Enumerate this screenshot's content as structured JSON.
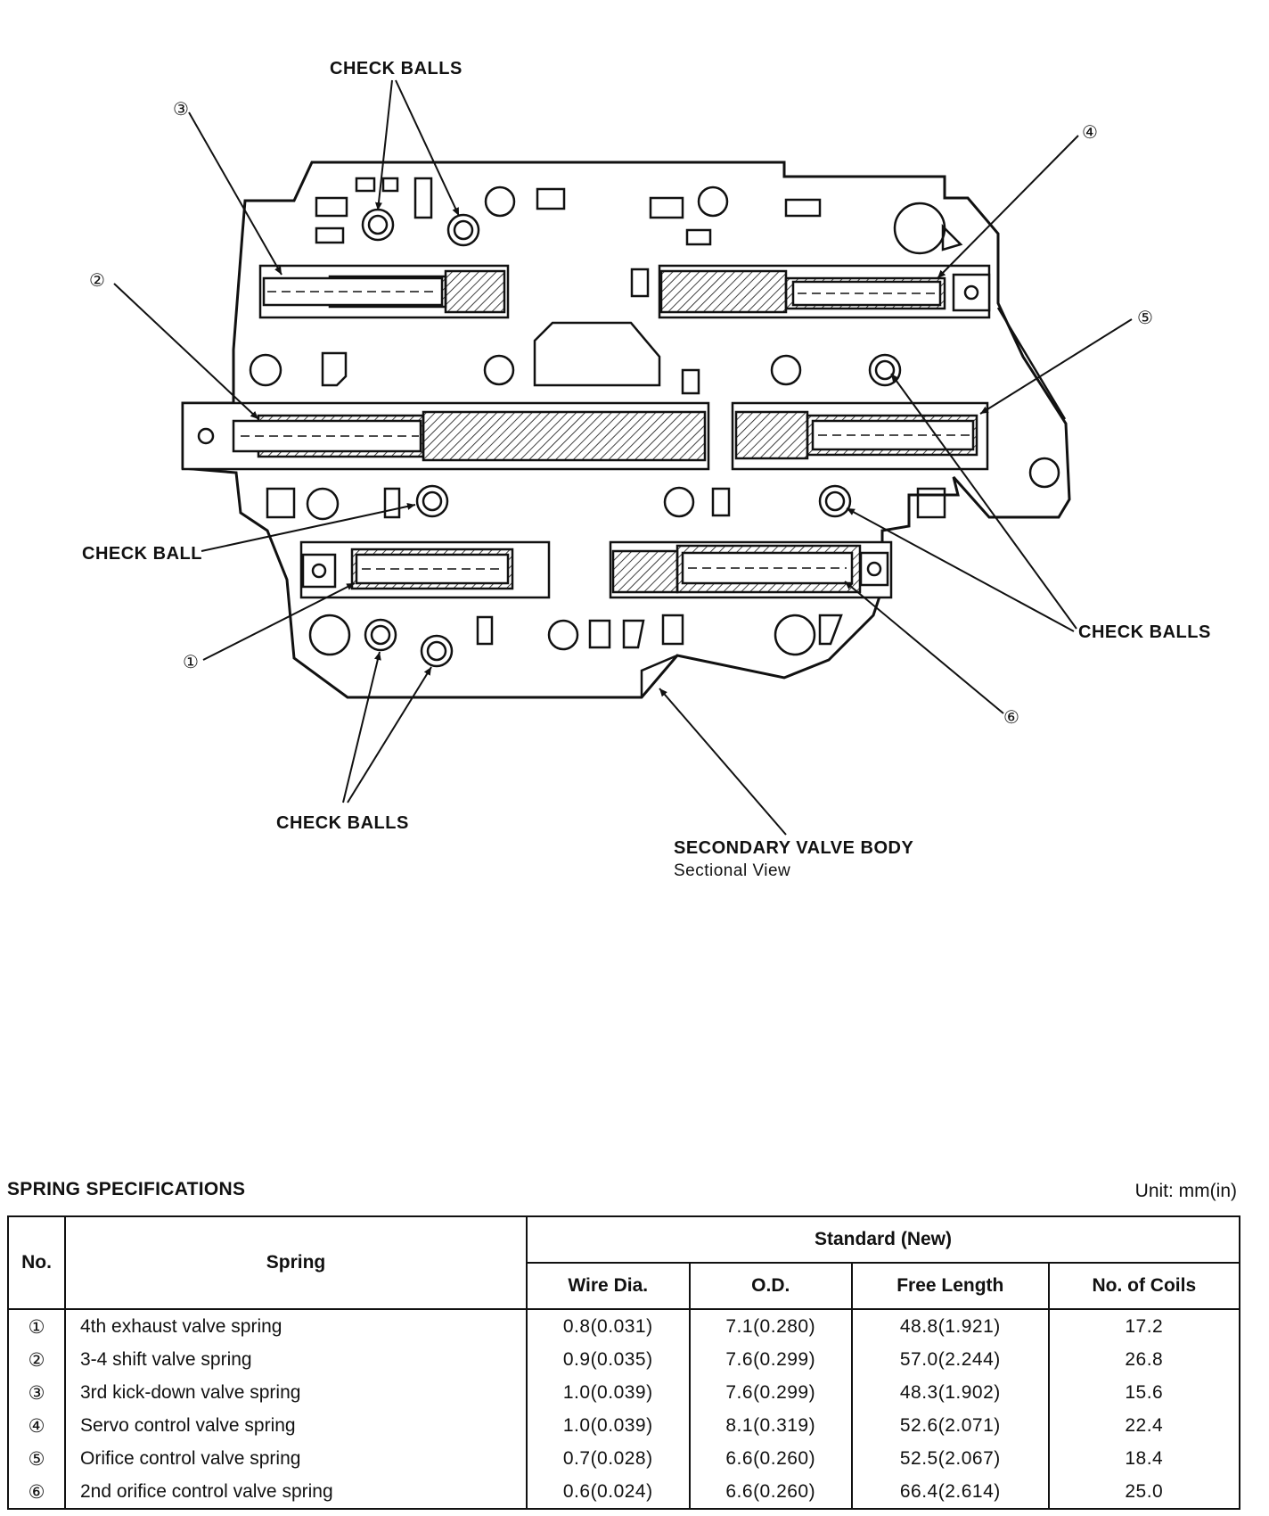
{
  "diagram": {
    "title": "SECONDARY VALVE BODY",
    "subtitle": "Sectional View",
    "labels": {
      "check_balls_top": "CHECK BALLS",
      "check_ball_left": "CHECK BALL",
      "check_balls_right": "CHECK BALLS",
      "check_balls_bottom": "CHECK BALLS"
    },
    "callouts": [
      "①",
      "②",
      "③",
      "④",
      "⑤",
      "⑥"
    ]
  },
  "spec": {
    "title": "SPRING SPECIFICATIONS",
    "unit": "Unit: mm(in)",
    "headers": {
      "no": "No.",
      "spring": "Spring",
      "standard": "Standard (New)",
      "wire_dia": "Wire Dia.",
      "od": "O.D.",
      "free_length": "Free Length",
      "coils": "No. of Coils"
    },
    "rows": [
      {
        "no": "①",
        "spring": "4th exhaust valve spring",
        "wire": "0.8(0.031)",
        "od": "7.1(0.280)",
        "free": "48.8(1.921)",
        "coils": "17.2"
      },
      {
        "no": "②",
        "spring": "3-4 shift valve spring",
        "wire": "0.9(0.035)",
        "od": "7.6(0.299)",
        "free": "57.0(2.244)",
        "coils": "26.8"
      },
      {
        "no": "③",
        "spring": "3rd kick-down valve spring",
        "wire": "1.0(0.039)",
        "od": "7.6(0.299)",
        "free": "48.3(1.902)",
        "coils": "15.6"
      },
      {
        "no": "④",
        "spring": "Servo control valve spring",
        "wire": "1.0(0.039)",
        "od": "8.1(0.319)",
        "free": "52.6(2.071)",
        "coils": "22.4"
      },
      {
        "no": "⑤",
        "spring": "Orifice control valve spring",
        "wire": "0.7(0.028)",
        "od": "6.6(0.260)",
        "free": "52.5(2.067)",
        "coils": "18.4"
      },
      {
        "no": "⑥",
        "spring": "2nd orifice control valve spring",
        "wire": "0.6(0.024)",
        "od": "6.6(0.260)",
        "free": "66.4(2.614)",
        "coils": "25.0"
      }
    ]
  }
}
